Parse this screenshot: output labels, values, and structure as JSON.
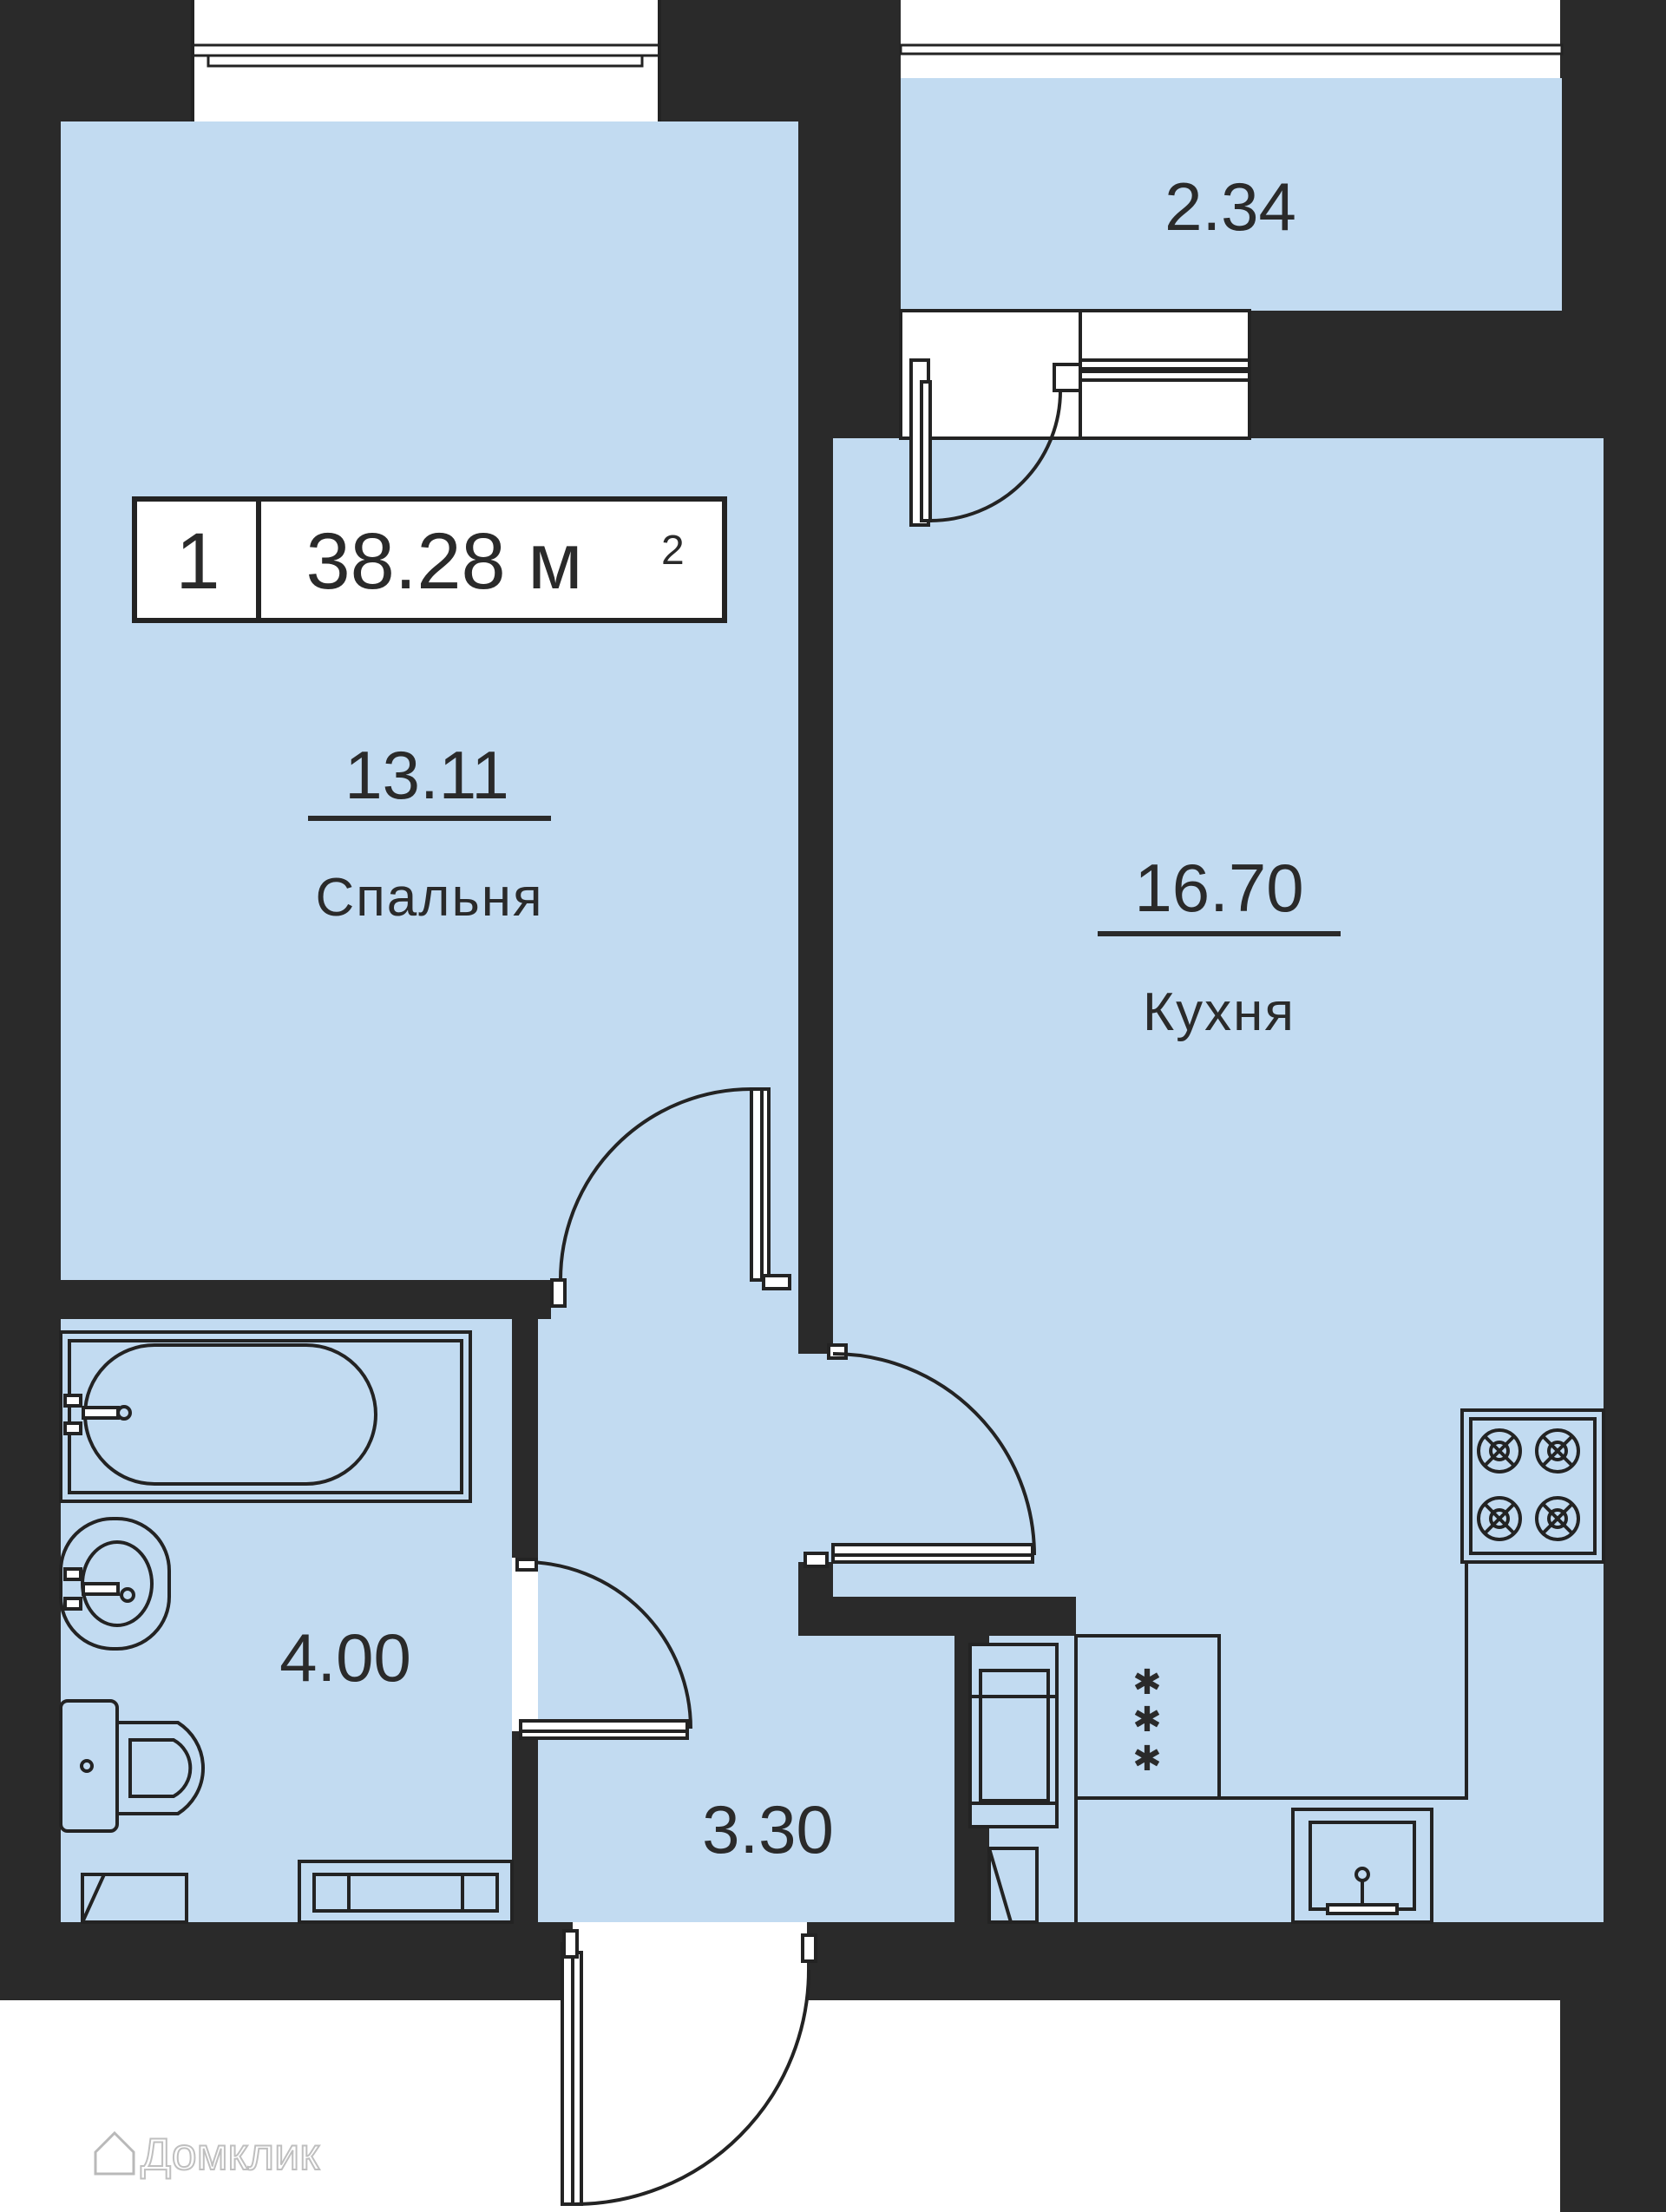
{
  "apartment": {
    "rooms_count": "1",
    "total_area": "38.28 м",
    "area_unit_sup": "2"
  },
  "rooms": {
    "bedroom": {
      "area": "13.11",
      "name": "Спальня"
    },
    "kitchen": {
      "area": "16.70",
      "name": "Кухня"
    },
    "balcony": {
      "area": "2.34"
    },
    "bathroom": {
      "area": "4.00"
    },
    "hallway": {
      "area": "3.30"
    }
  },
  "watermark": "Домклик",
  "colors": {
    "room_fill": "#c2dbf1",
    "wall": "#2a2a2a",
    "background": "#ffffff"
  }
}
